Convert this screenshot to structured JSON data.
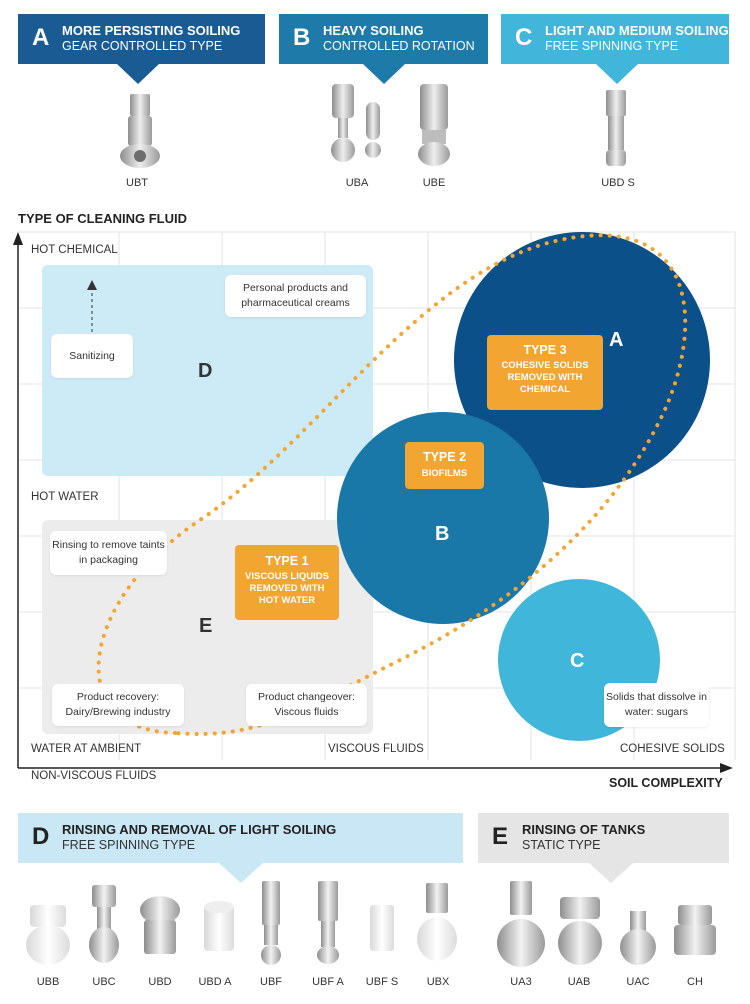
{
  "banners": {
    "a": {
      "letter": "A",
      "title": "MORE PERSISTING SOILING",
      "subtitle": "GEAR CONTROLLED TYPE",
      "color": "#1b5b94"
    },
    "b": {
      "letter": "B",
      "title": "HEAVY SOILING",
      "subtitle": "CONTROLLED ROTATION",
      "color": "#1e7aa8"
    },
    "c": {
      "letter": "C",
      "title": "LIGHT AND MEDIUM SOILING",
      "subtitle": "FREE SPINNING TYPE",
      "color": "#41b5da"
    },
    "d": {
      "letter": "D",
      "title": "RINSING AND REMOVAL OF LIGHT SOILING",
      "subtitle": "FREE SPINNING TYPE",
      "color": "#c9e7f5"
    },
    "e": {
      "letter": "E",
      "title": "RINSING OF TANKS",
      "subtitle": "STATIC TYPE",
      "color": "#e5e5e5"
    }
  },
  "top_products": [
    "UBT",
    "UBA",
    "UBE",
    "UBD S"
  ],
  "bottom_products_d": [
    "UBB",
    "UBC",
    "UBD",
    "UBD A",
    "UBF",
    "UBF A",
    "UBF S",
    "UBX"
  ],
  "bottom_products_e": [
    "UA3",
    "UAB",
    "UAC",
    "CH"
  ],
  "chart": {
    "y_title": "TYPE OF CLEANING FLUID",
    "x_title": "SOIL COMPLEXITY",
    "y_levels": [
      "HOT CHEMICAL",
      "HOT WATER",
      "WATER AT AMBIENT"
    ],
    "x_levels": [
      "NON-VISCOUS FLUIDS",
      "VISCOUS FLUIDS",
      "COHESIVE SOLIDS"
    ],
    "zone_d_letter": "D",
    "zone_e_letter": "E",
    "circle_a_letter": "A",
    "circle_b_letter": "B",
    "circle_c_letter": "C",
    "boxes": {
      "personal": "Personal products and pharmaceutical creams",
      "sanitizing": "Sanitizing",
      "rinsing": "Rinsing to remove taints in packaging",
      "recovery": "Product recovery: Dairy/Brewing industry",
      "changeover": "Product changeover: Viscous fluids",
      "solids": "Solids that dissolve in water: sugars"
    },
    "types": {
      "t1_title": "TYPE 1",
      "t1_sub": "VISCOUS LIQUIDS REMOVED WITH HOT WATER",
      "t2_title": "TYPE 2",
      "t2_sub": "BIOFILMS",
      "t3_title": "TYPE 3",
      "t3_sub": "COHESIVE SOLIDS REMOVED WITH CHEMICAL"
    }
  },
  "colors": {
    "circle_a": "#0b5089",
    "circle_b": "#1a78a9",
    "circle_c": "#3fb6da",
    "zone_d": "#cdebf7",
    "zone_e": "#ececec",
    "accent_orange": "#f2a531"
  }
}
